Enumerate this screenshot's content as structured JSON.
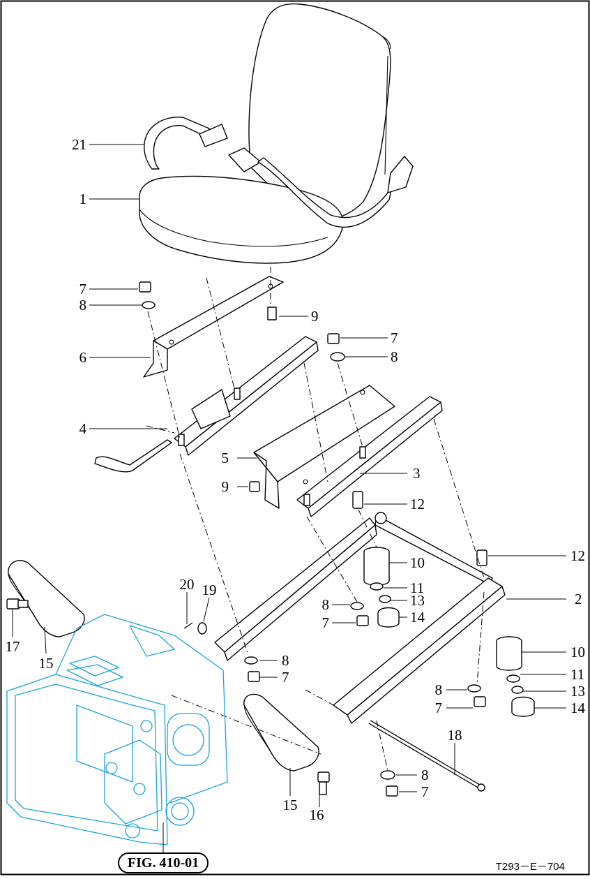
{
  "drawing": {
    "code": "T293－E－704",
    "figure_reference": "FIG. 410-01",
    "colors": {
      "ink": "#000000",
      "housing": "#19a3e0",
      "background": "#ffffff"
    }
  },
  "callouts": [
    {
      "id": "c21",
      "label": "21",
      "part": "seat-belt"
    },
    {
      "id": "c1",
      "label": "1",
      "part": "seat"
    },
    {
      "id": "c7a",
      "label": "7",
      "part": "nut"
    },
    {
      "id": "c8a",
      "label": "8",
      "part": "washer"
    },
    {
      "id": "c9a",
      "label": "9",
      "part": "bolt"
    },
    {
      "id": "c6",
      "label": "6",
      "part": "bracket"
    },
    {
      "id": "c7b",
      "label": "7",
      "part": "nut"
    },
    {
      "id": "c8b",
      "label": "8",
      "part": "washer"
    },
    {
      "id": "c4",
      "label": "4",
      "part": "slide-rail-with-lever"
    },
    {
      "id": "c5",
      "label": "5",
      "part": "bracket"
    },
    {
      "id": "c3",
      "label": "3",
      "part": "slide-rail"
    },
    {
      "id": "c9b",
      "label": "9",
      "part": "bolt"
    },
    {
      "id": "c12a",
      "label": "12",
      "part": "bolt"
    },
    {
      "id": "c12b",
      "label": "12",
      "part": "bolt"
    },
    {
      "id": "c10a",
      "label": "10",
      "part": "spring"
    },
    {
      "id": "c11a",
      "label": "11",
      "part": "washer"
    },
    {
      "id": "c13a",
      "label": "13",
      "part": "nut"
    },
    {
      "id": "c14a",
      "label": "14",
      "part": "rubber-cap"
    },
    {
      "id": "c2",
      "label": "2",
      "part": "seat-frame"
    },
    {
      "id": "c8c",
      "label": "8",
      "part": "washer"
    },
    {
      "id": "c7c",
      "label": "7",
      "part": "nut"
    },
    {
      "id": "c20",
      "label": "20",
      "part": "pin"
    },
    {
      "id": "c19",
      "label": "19",
      "part": "washer"
    },
    {
      "id": "c17",
      "label": "17",
      "part": "bolt"
    },
    {
      "id": "c15a",
      "label": "15",
      "part": "stay"
    },
    {
      "id": "c8d",
      "label": "8",
      "part": "washer"
    },
    {
      "id": "c7d",
      "label": "7",
      "part": "nut"
    },
    {
      "id": "c10b",
      "label": "10",
      "part": "spring"
    },
    {
      "id": "c11b",
      "label": "11",
      "part": "washer"
    },
    {
      "id": "c8e",
      "label": "8",
      "part": "washer"
    },
    {
      "id": "c13b",
      "label": "13",
      "part": "nut"
    },
    {
      "id": "c7e",
      "label": "7",
      "part": "nut"
    },
    {
      "id": "c14b",
      "label": "14",
      "part": "rubber-cap"
    },
    {
      "id": "c18",
      "label": "18",
      "part": "shaft"
    },
    {
      "id": "c8f",
      "label": "8",
      "part": "washer"
    },
    {
      "id": "c7f",
      "label": "7",
      "part": "nut"
    },
    {
      "id": "c15b",
      "label": "15",
      "part": "stay"
    },
    {
      "id": "c16",
      "label": "16",
      "part": "bolt"
    }
  ]
}
